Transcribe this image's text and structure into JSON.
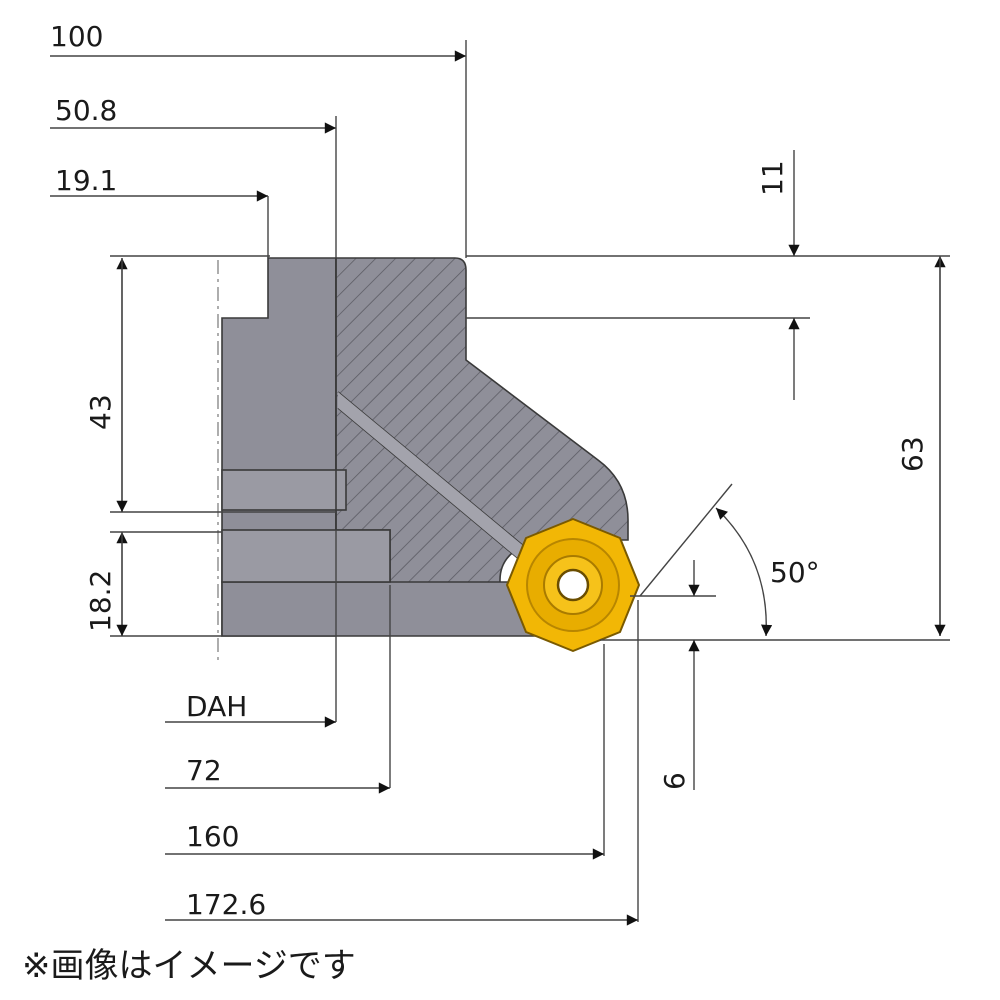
{
  "dimensions": {
    "d100": "100",
    "d50_8": "50.8",
    "d19_1": "19.1",
    "d43": "43",
    "d18_2": "18.2",
    "d11": "11",
    "d63": "63",
    "d50deg": "50°",
    "d6": "6",
    "dah": "DAH",
    "d72": "72",
    "d160": "160",
    "d172_6": "172.6"
  },
  "note": "※画像はイメージです",
  "colors": {
    "body": "#8f8f99",
    "body_dark": "#7c7c86",
    "insert": "#f2b705",
    "insert_dark": "#c98f00",
    "line": "#444444"
  }
}
